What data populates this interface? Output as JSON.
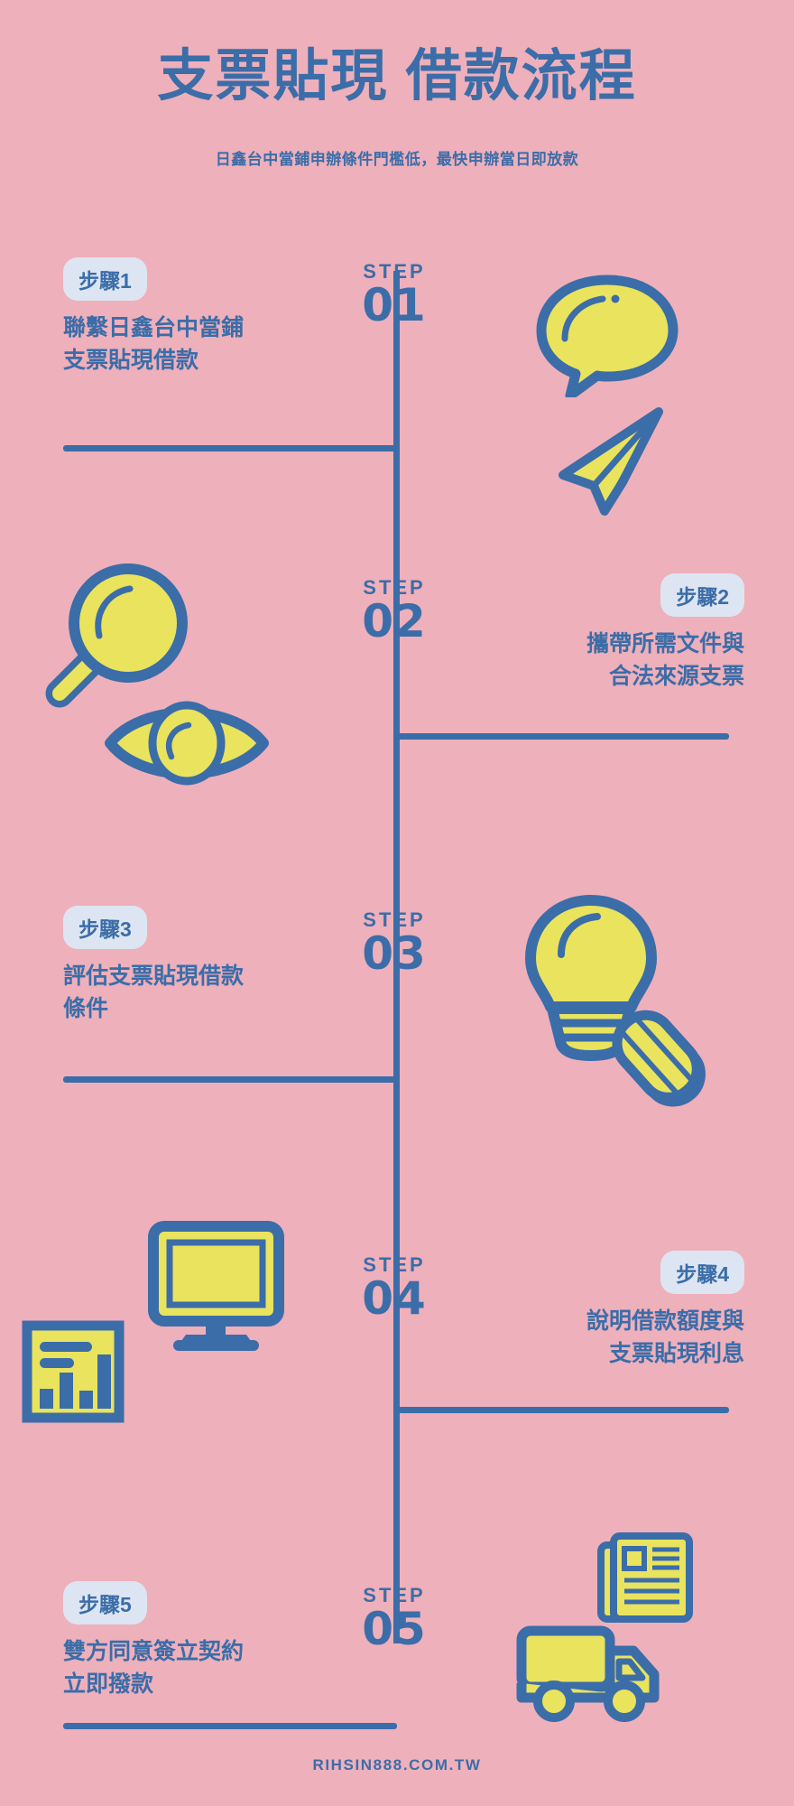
{
  "header": {
    "title": "支票貼現  借款流程",
    "subtitle": "日鑫台中當鋪申辦條件門檻低，最快申辦當日即放款"
  },
  "colors": {
    "background": "#eeb0bb",
    "blue": "#3b6da8",
    "yellow": "#e9e35e",
    "badge_bg": "#dde5f2"
  },
  "steps": [
    {
      "step_word": "STEP",
      "step_number": "01",
      "badge": "步驟1",
      "text": "聯繫日鑫台中當鋪\n支票貼現借款",
      "side": "left",
      "icons": [
        "speech-bubble-icon",
        "paper-plane-icon"
      ]
    },
    {
      "step_word": "STEP",
      "step_number": "02",
      "badge": "步驟2",
      "text": "攜帶所需文件與\n合法來源支票",
      "side": "right",
      "icons": [
        "magnifier-icon",
        "eye-icon"
      ]
    },
    {
      "step_word": "STEP",
      "step_number": "03",
      "badge": "步驟3",
      "text": "評估支票貼現借款\n條件",
      "side": "left",
      "icons": [
        "lightbulb-icon",
        "pencil-icon"
      ]
    },
    {
      "step_word": "STEP",
      "step_number": "04",
      "badge": "步驟4",
      "text": "說明借款額度與\n支票貼現利息",
      "side": "right",
      "icons": [
        "monitor-icon",
        "bar-chart-report-icon"
      ]
    },
    {
      "step_word": "STEP",
      "step_number": "05",
      "badge": "步驟5",
      "text": "雙方同意簽立契約\n立即撥款",
      "side": "left",
      "icons": [
        "newspaper-icon",
        "delivery-truck-icon"
      ]
    }
  ],
  "footer": {
    "website": "RIHSIN888.COM.TW"
  }
}
